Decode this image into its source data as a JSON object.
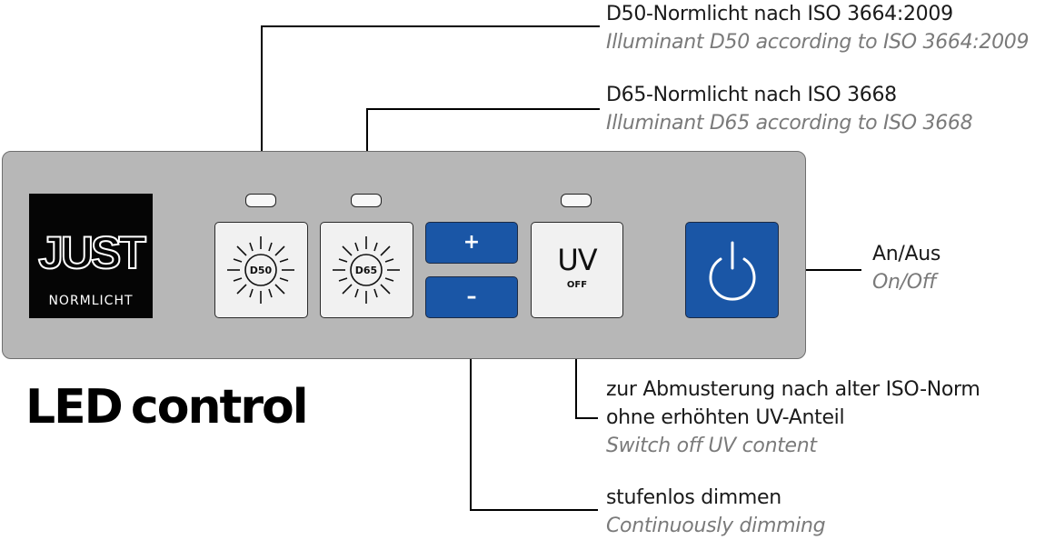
{
  "title": "LED control",
  "logo": {
    "word": "JUST",
    "sub": "NORMLICHT"
  },
  "buttons": {
    "d50": "D50",
    "d65": "D65",
    "plus": "+",
    "minus": "–",
    "uv": "UV",
    "uv_sub": "OFF"
  },
  "captions": {
    "d50": {
      "de": "D50-Normlicht nach ISO 3664:2009",
      "en": "Illuminant D50 according to ISO 3664:2009"
    },
    "d65": {
      "de": "D65-Normlicht nach ISO 3668",
      "en": "Illuminant D65 according to ISO 3668"
    },
    "power": {
      "de": "An/Aus",
      "en": "On/Off"
    },
    "uv": {
      "de1": "zur Abmusterung nach alter ISO-Norm",
      "de2": "ohne erhöhten UV-Anteil",
      "en": "Switch off UV content"
    },
    "dim": {
      "de": "stufenlos dimmen",
      "en": "Continuously dimming"
    }
  },
  "colors": {
    "panel": "#b7b7b7",
    "blue": "#1a56a6",
    "led": "#f7f7f7",
    "logo_bg": "#050505"
  },
  "icons": {
    "d50": "sun-icon",
    "d65": "sun-icon",
    "power": "power-icon"
  }
}
